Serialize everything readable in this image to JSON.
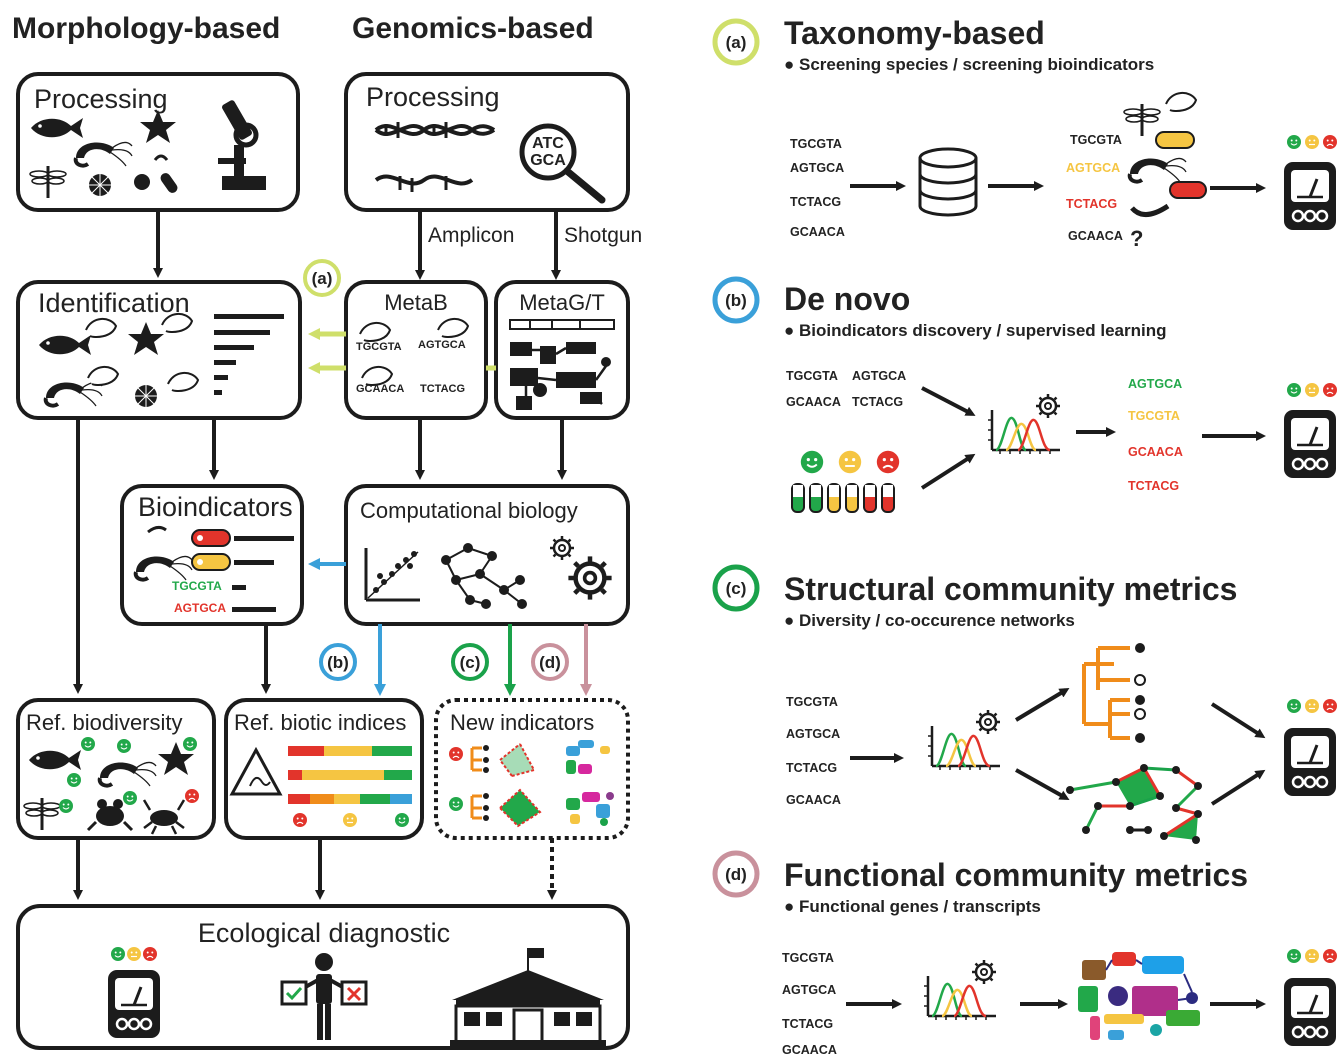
{
  "headers": {
    "morphology": "Morphology-based",
    "genomics": "Genomics-based"
  },
  "left": {
    "processing_morph": "Processing",
    "processing_gen": "Processing",
    "atc_line1": "ATC",
    "atc_line2": "GCA",
    "amplicon": "Amplicon",
    "shotgun": "Shotgun",
    "identification": "Identification",
    "metab": "MetaB",
    "metab_seqs": [
      "TGCGTA",
      "AGTGCA",
      "GCAACA",
      "TCTACG"
    ],
    "metag": "MetaG/T",
    "bioindicators": "Bioindicators",
    "bio_seq_green": "TGCGTA",
    "bio_seq_red": "AGTGCA",
    "compbio": "Computational biology",
    "ref_biodiv": "Ref. biodiversity",
    "ref_biotic": "Ref. biotic indices",
    "new_ind": "New indicators",
    "eco_diag": "Ecological diagnostic",
    "markers": {
      "a": "(a)",
      "b": "(b)",
      "c": "(c)",
      "d": "(d)"
    }
  },
  "panels": [
    {
      "id": "(a)",
      "title": "Taxonomy-based",
      "subtitle": "● Screening species / screening bioindicators",
      "seqs_in": [
        "TGCGTA",
        "AGTGCA",
        "TCTACG",
        "GCAACA"
      ],
      "seqs_mid": [
        "TGCGTA",
        "AGTGCA",
        "TCTACG",
        "GCAACA"
      ],
      "question": "?"
    },
    {
      "id": "(b)",
      "title": "De novo",
      "subtitle": "● Bioindicators discovery / supervised learning",
      "seqs_in": [
        "TGCGTA",
        "AGTGCA",
        "GCAACA",
        "TCTACG"
      ],
      "seqs_out": [
        "AGTGCA",
        "TGCGTA",
        "GCAACA",
        "TCTACG"
      ]
    },
    {
      "id": "(c)",
      "title": "Structural community metrics",
      "subtitle": "● Diversity / co-occurence networks",
      "seqs_in": [
        "TGCGTA",
        "AGTGCA",
        "TCTACG",
        "GCAACA"
      ]
    },
    {
      "id": "(d)",
      "title": "Functional community metrics",
      "subtitle": "● Functional genes / transcripts",
      "seqs_in": [
        "TGCGTA",
        "AGTGCA",
        "TCTACG",
        "GCAACA"
      ]
    }
  ],
  "colors": {
    "a": "#cfdf6a",
    "b": "#3aa0d9",
    "c": "#1aa24a",
    "d": "#c9919c",
    "green": "#22a84a",
    "yellow": "#f5c542",
    "orange": "#f08c1a",
    "red": "#e2342b",
    "blue": "#3aa0d9",
    "ink": "#1c1c1c"
  },
  "icons": [
    "fish-icon",
    "shrimp-icon",
    "starfish-icon",
    "microscope-icon",
    "dragonfly-icon",
    "diatom-icon",
    "dna-icon",
    "magnifier-icon",
    "gear-icon",
    "database-icon",
    "meter-icon",
    "smiley-icon",
    "tube-icon",
    "tree-icon",
    "network-icon",
    "frog-icon",
    "crab-icon",
    "person-icon",
    "building-icon",
    "warning-icon"
  ]
}
